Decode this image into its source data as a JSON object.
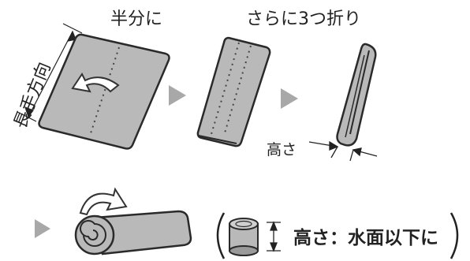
{
  "steps": {
    "step1_title": "半分に",
    "step2_title": "さらに3つ折り"
  },
  "labels": {
    "long_direction": "長手方向",
    "height_small": "高さ",
    "height_big": "高さ：水面以下に"
  },
  "colors": {
    "towel_fill": "#b9b9b9",
    "towel_dark": "#8f8f8f",
    "outline": "#2a2a2a",
    "arrow_gray": "#a8a8a8"
  }
}
